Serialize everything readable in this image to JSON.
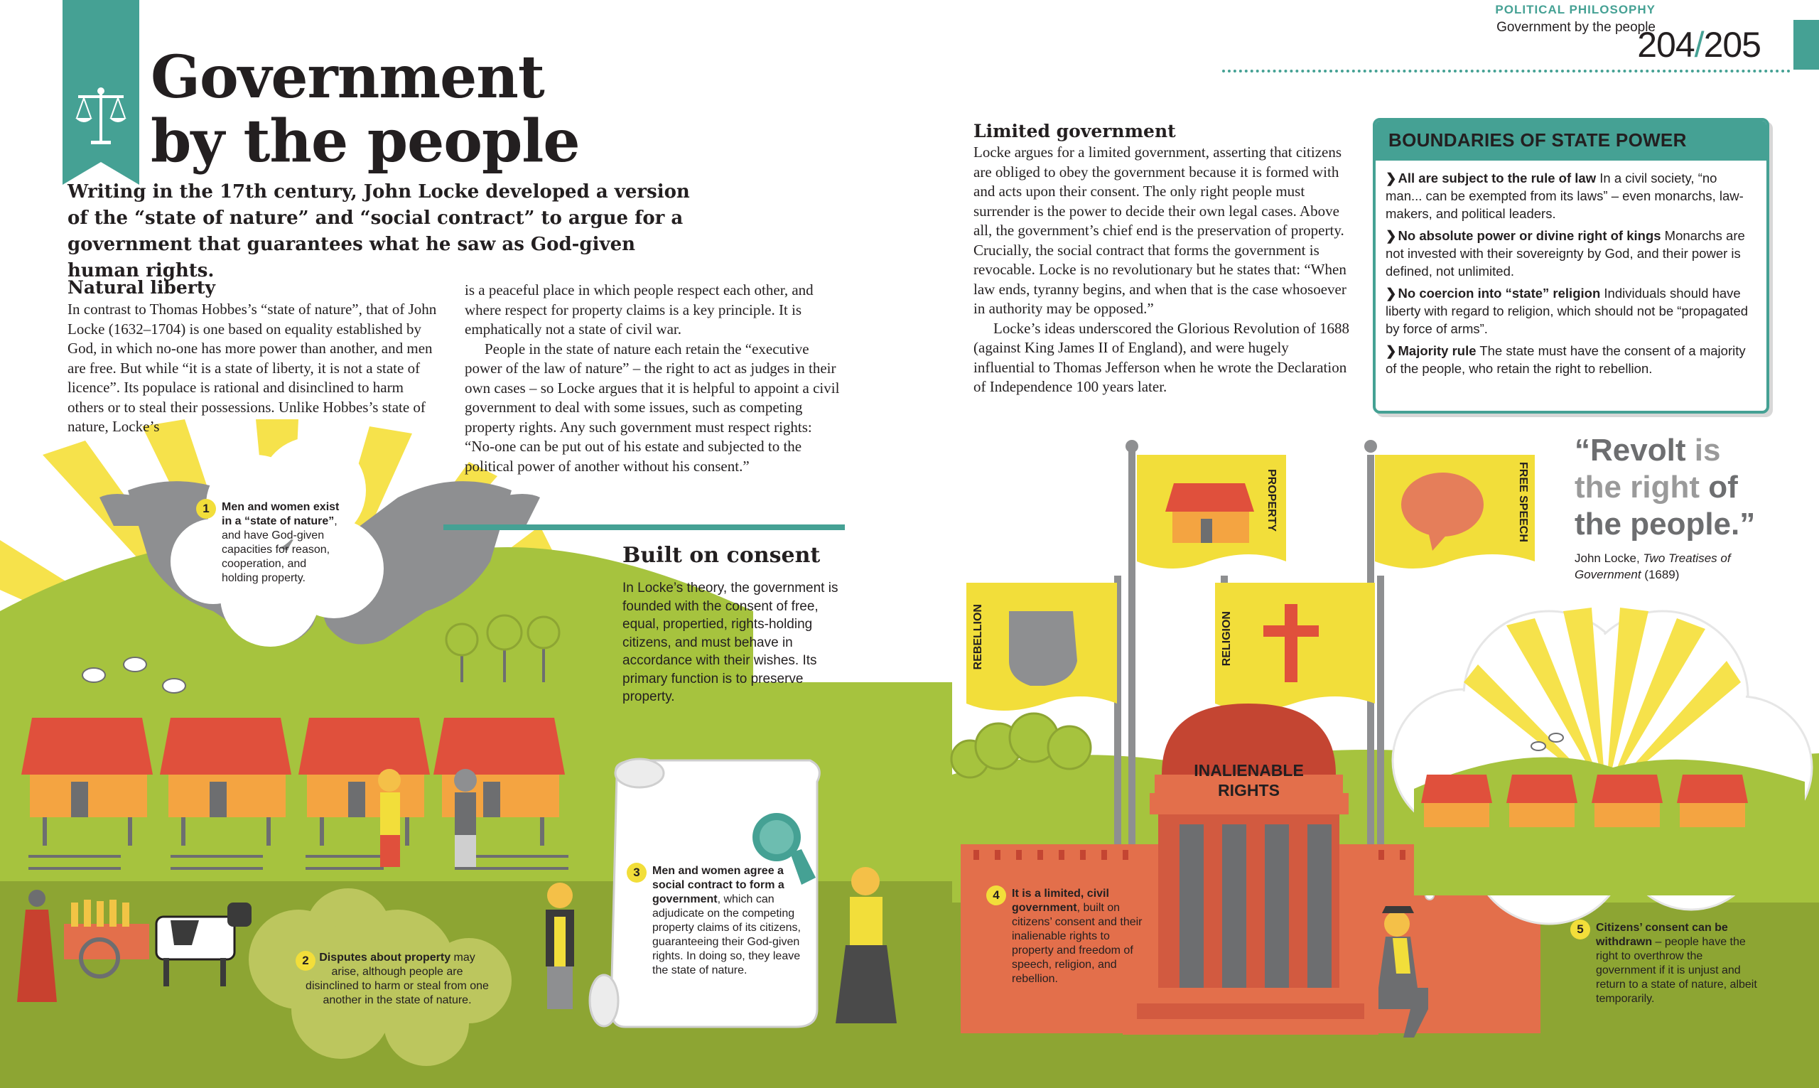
{
  "title": {
    "line1": "Government",
    "line2": "by the people"
  },
  "running_header": {
    "section": "POLITICAL PHILOSOPHY",
    "topic": "Government by the people",
    "page_left": "204",
    "separator": "/",
    "page_right": "205"
  },
  "intro": "Writing in the 17th century, John Locke developed a version of the “state of nature” and “social contract” to argue for a government that guarantees what he saw as God-given human rights.",
  "natural_liberty": {
    "heading": "Natural liberty",
    "col1": "In contrast to Thomas Hobbes’s “state of nature”, that of John Locke (1632–1704) is one based on equality established by God, in which no-one has more power than another, and men are free. But while “it is a state of liberty, it is not a state of licence”. Its populace is rational and disinclined to harm others or to steal their possessions. Unlike Hobbes’s state of nature, Locke’s",
    "col2_p1": "is a peaceful place in which people respect each other, and where respect for property claims is a key principle. It is emphatically not a state of civil war.",
    "col2_p2": "People in the state of nature each retain the “executive power of the law of nature” – the right to act as judges in their own cases – so Locke argues that it is helpful to appoint a civil government to deal with some issues, such as competing property rights. Any such government must respect rights: “No-one can be put out of his estate and subjected to the political power of another without his consent.”"
  },
  "limited_government": {
    "heading": "Limited government",
    "p1": "Locke argues for a limited government, asserting that citizens are obliged to obey the government because it is formed with and acts upon their consent. The only right people must surrender is the power to decide their own legal cases. Above all, the government’s chief end is the preservation of property. Crucially, the social contract that forms the government is revocable. Locke is no revolutionary but he states that: “When law ends, tyranny begins, and when that is the case whosoever in authority may be opposed.”",
    "p2": "Locke’s ideas underscored the Glorious Revolution of 1688 (against King James II of England), and were hugely influential to Thomas Jefferson when he wrote the Declaration of Independence 100 years later."
  },
  "boundaries": {
    "heading": "BOUNDARIES OF STATE POWER",
    "items": [
      {
        "bold": "All are subject to the rule of law",
        "text": " In a civil society, “no man... can be exempted from its laws” – even monarchs, law-makers, and political leaders."
      },
      {
        "bold": "No absolute power or divine right of kings",
        "text": " Monarchs are not invested with their sovereignty by God, and their power is defined, not unlimited."
      },
      {
        "bold": "No coercion into “state” religion",
        "text": " Individuals should have liberty with regard to religion, which should not be “propagated by force of arms”."
      },
      {
        "bold": "Majority rule",
        "text": " The state must have the consent of a majority of the people, who retain the right to rebellion."
      }
    ]
  },
  "quote": {
    "w1": "“Revolt",
    "w2": "is",
    "w3": "the right",
    "w4": "of",
    "w5": "the people.”",
    "attr_name": "John Locke,",
    "attr_work": "Two Treatises of Government",
    "attr_year": "(1689)"
  },
  "built_on_consent": {
    "heading": "Built on consent",
    "text": "In Locke’s theory, the government is founded with the consent of free, equal, propertied, rights-holding citizens, and must behave in accordance with their wishes. Its primary function is to preserve property."
  },
  "callouts": [
    {
      "num": "1",
      "bold": "Men and women exist in a “state of nature”",
      "text": ", and have God-given capacities for reason, cooperation, and holding property."
    },
    {
      "num": "2",
      "bold": "Disputes about property",
      "text": " may arise, although people are disinclined to harm or steal from one another in the state of nature."
    },
    {
      "num": "3",
      "bold": "Men and women agree a social contract to form a government",
      "text": ", which can adjudicate on the competing property claims of its citizens, guaranteeing their God-given rights. In doing so, they leave the state of nature."
    },
    {
      "num": "4",
      "bold": "It is a limited, civil government",
      "text": ", built on citizens’ consent and their inalienable rights to property and freedom of speech, religion, and rebellion."
    },
    {
      "num": "5",
      "bold": "Citizens’ consent can be withdrawn",
      "text": " – people have the right to overthrow the government if it is unjust and return to a state of nature, albeit temporarily."
    }
  ],
  "flags": {
    "property": "PROPERTY",
    "free_speech": "FREE SPEECH",
    "rebellion": "REBELLION",
    "religion": "RELIGION"
  },
  "dome_label": {
    "line1": "INALIENABLE",
    "line2": "RIGHTS"
  },
  "colors": {
    "teal": "#45a194",
    "yellow": "#f2de3a",
    "grass": "#9cbd3b",
    "roof": "#e0503c",
    "building": "#e36f4b"
  }
}
